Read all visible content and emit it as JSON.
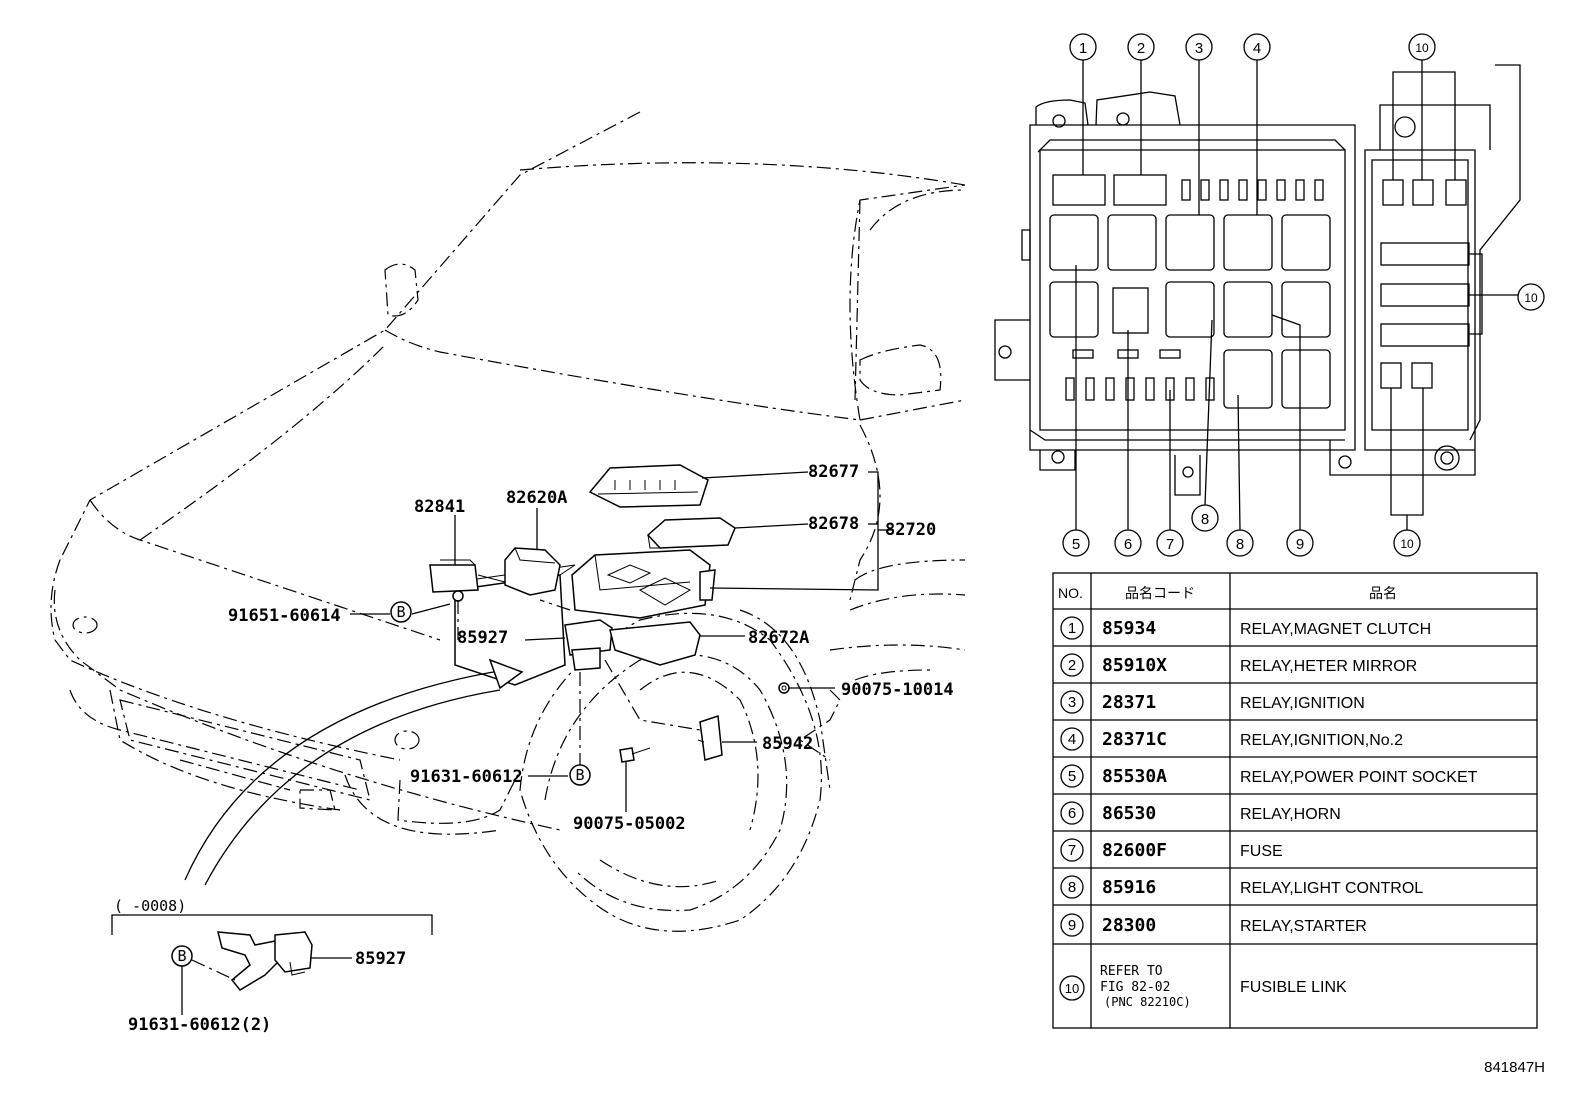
{
  "diagram_id": "841847H",
  "callouts": {
    "p82841": "82841",
    "p82620A": "82620A",
    "p82677": "82677",
    "p82678": "82678",
    "p82720": "82720",
    "p91651": "91651-60614",
    "p85927": "85927",
    "p82672A": "82672A",
    "p90075_10014": "90075-10014",
    "p85942": "85942",
    "p91631": "91631-60612",
    "p90075_05002": "90075-05002",
    "inset_range": "(       -0008)",
    "inset_85927": "85927",
    "inset_91631": "91631-60612(2)",
    "marker_b": "B"
  },
  "relay_box": {
    "top_numbers": [
      "1",
      "2",
      "3",
      "4",
      "10"
    ],
    "bottom_numbers": [
      "5",
      "6",
      "7",
      "8",
      "9",
      "10"
    ],
    "right_number": "10",
    "mid_number": "8"
  },
  "table": {
    "headers": [
      "NO.",
      "品名コード",
      "品名"
    ],
    "rows": [
      {
        "no": "1",
        "code": "85934",
        "name": "RELAY,MAGNET CLUTCH"
      },
      {
        "no": "2",
        "code": "85910X",
        "name": "RELAY,HETER MIRROR"
      },
      {
        "no": "3",
        "code": "28371",
        "name": "RELAY,IGNITION"
      },
      {
        "no": "4",
        "code": "28371C",
        "name": "RELAY,IGNITION,No.2"
      },
      {
        "no": "5",
        "code": "85530A",
        "name": "RELAY,POWER POINT SOCKET"
      },
      {
        "no": "6",
        "code": "86530",
        "name": "RELAY,HORN"
      },
      {
        "no": "7",
        "code": "82600F",
        "name": "FUSE"
      },
      {
        "no": "8",
        "code": "85916",
        "name": "RELAY,LIGHT CONTROL"
      },
      {
        "no": "9",
        "code": "28300",
        "name": "RELAY,STARTER"
      },
      {
        "no": "10",
        "code_lines": [
          "REFER TO",
          "FIG 82-02",
          "(PNC 82210C)"
        ],
        "name": "FUSIBLE LINK"
      }
    ]
  }
}
